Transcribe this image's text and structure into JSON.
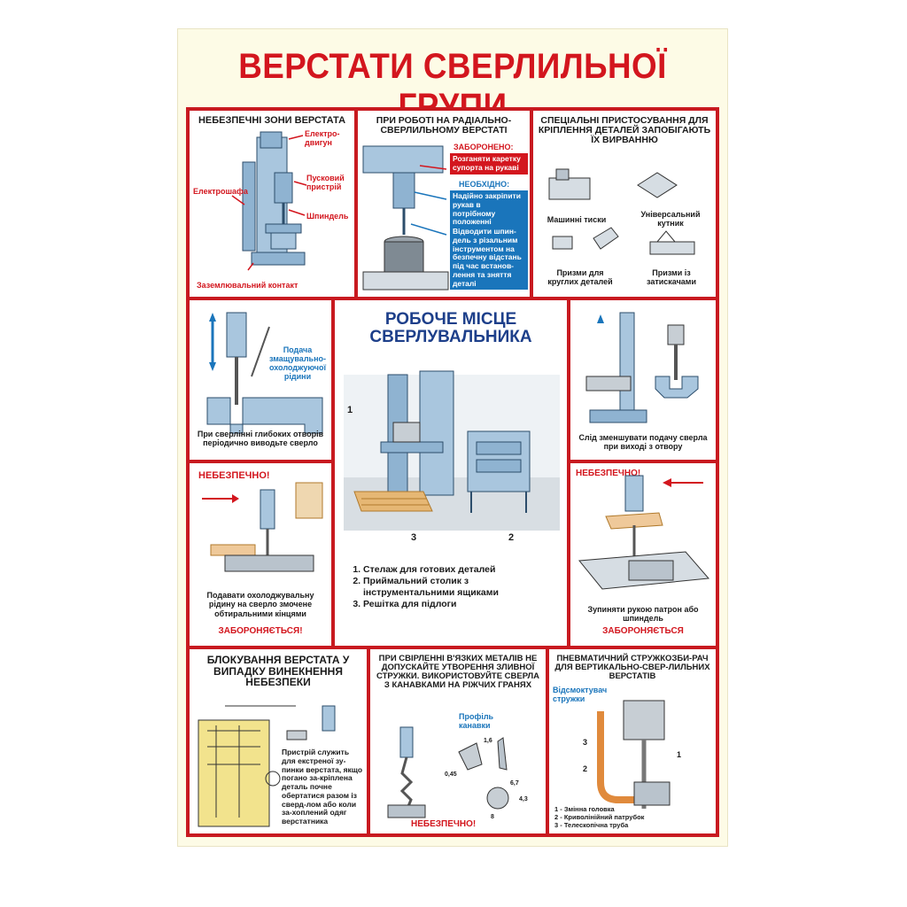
{
  "poster": {
    "title": "ВЕРСТАТИ СВЕРЛИЛЬНОЇ ГРУПИ",
    "colors": {
      "accent_red": "#d3161e",
      "accent_blue": "#1a75bb",
      "machine_blue": "#8fb3d1",
      "background": "#fdfbe6"
    }
  },
  "danger_zones": {
    "title": "НЕБЕЗПЕЧНІ ЗОНИ ВЕРСТАТА",
    "labels": [
      "Електро-двигун",
      "Пусковий пристрій",
      "Електрошафа",
      "Шпиндель",
      "Заземлювальний контакт"
    ]
  },
  "radial": {
    "title": "ПРИ РОБОТІ НА РАДІАЛЬНО-СВЕРЛИЛЬНОМУ ВЕРСТАТІ",
    "forbidden_head": "ЗАБОРОНЕНО:",
    "forbidden_text": "Розганяти каретку супорта на рукаві",
    "required_head": "НЕОБХІДНО:",
    "required_1": "Надійно закріпити рукав в потрібному положенні",
    "required_2": "Відводити шпин-дель з різальним інструментом на безпечну відстань під час встанов-лення та зняття деталі"
  },
  "fixtures": {
    "title": "СПЕЦІАЛЬНІ ПРИСТОСУВАННЯ ДЛЯ КРІПЛЕННЯ ДЕТАЛЕЙ ЗАПОБІГАЮТЬ ЇХ ВИРВАННЮ",
    "items": [
      "Машинні тиски",
      "Універсальний кутник",
      "Призми для круглих деталей",
      "Призми із затискачами"
    ]
  },
  "deep_holes": {
    "coolant_label": "Подача змащувально-охолоджуючої рідини",
    "caption": "При сверлінні глибоких отворів періодично виводьте сверло"
  },
  "workplace": {
    "title": "РОБОЧЕ МІСЦЕ СВЕРЛУВАЛЬНИКА",
    "markers": [
      "1",
      "2",
      "3"
    ],
    "list": [
      "Стелаж для готових деталей",
      "Приймальний столик з інструментальними ящиками",
      "Решітка для підлоги"
    ]
  },
  "exit_feed": {
    "caption": "Слід зменшувати подачу сверла при виході з отвору"
  },
  "coolant_hand": {
    "danger": "НЕБЕЗПЕЧНО!",
    "caption": "Подавати охолоджувальну рідину на сверло змочене обтиральними кінцями",
    "forbidden": "ЗАБОРОНЯЄТЬСЯ!"
  },
  "stop_chuck": {
    "danger": "НЕБЕЗПЕЧНО!",
    "caption": "Зупиняти рукою патрон або шпиндель",
    "forbidden": "ЗАБОРОНЯЄТЬСЯ"
  },
  "blocking": {
    "title": "БЛОКУВАННЯ ВЕРСТАТА У ВИПАДКУ ВИНЕКНЕННЯ НЕБЕЗПЕКИ",
    "text": "Пристрій служить для екстреної зу-пинки верстата, якщо погано за-кріплена деталь почне обертатися разом із сверд-лом або коли за-хоплений одяг верстатника"
  },
  "viscous": {
    "title": "ПРИ СВІРЛЕННІ В'ЯЗКИХ МЕТАЛІВ НЕ ДОПУСКАЙТЕ УТВОРЕННЯ ЗЛИВНОЇ СТРУЖКИ. ВИКОРИСТОВУЙТЕ СВЕРЛА З КАНАВКАМИ НА РІЖЧИХ ГРАНЯХ",
    "profile_label": "Профіль канавки",
    "dims": [
      "1,6",
      "0,45",
      "6,7",
      "8",
      "4,3"
    ],
    "danger": "НЕБЕЗПЕЧНО!"
  },
  "pneumatic": {
    "title": "ПНЕВМАТИЧНИЙ СТРУЖКОЗБИ-РАЧ ДЛЯ ВЕРТИКАЛЬНО-СВЕР-ЛИЛЬНИХ ВЕРСТАТІВ",
    "suction_label": "Відсмоктувач стружки",
    "markers": [
      "1",
      "2",
      "3"
    ],
    "legend": [
      "1 - Змінна головка",
      "2 - Криволінійний патрубок",
      "3 - Телескопічна труба"
    ]
  }
}
